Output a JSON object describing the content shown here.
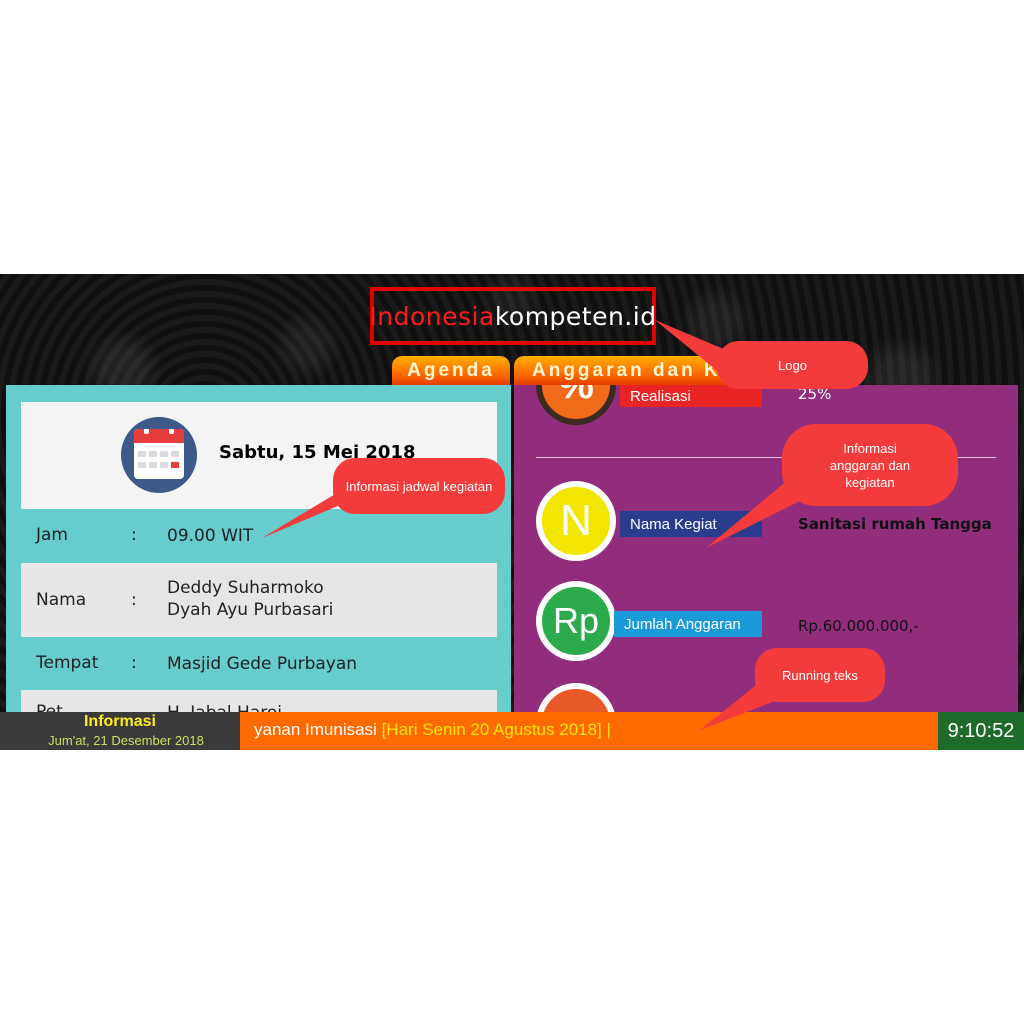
{
  "logo": {
    "red": "Indonesia",
    "white": "kompeten.id"
  },
  "tabs": [
    {
      "label": "Agenda"
    },
    {
      "label": "Anggaran dan K"
    }
  ],
  "agenda": {
    "date": "Sabtu, 15 Mei 2018",
    "rows": [
      {
        "label": "Jam",
        "colon": ":",
        "value": "09.00 WIT"
      },
      {
        "label": "Nama",
        "colon": ":",
        "value_line1": "Deddy Suharmoko",
        "value_line2": "Dyah Ayu Purbasari"
      },
      {
        "label": "Tempat",
        "colon": ":",
        "value": "Masjid Gede Purbayan"
      },
      {
        "label": "Pet",
        "value": "H. Jabal Haroi"
      }
    ]
  },
  "budget": {
    "realisasi": {
      "icon": "%",
      "label": "Realisasi",
      "value": "25%"
    },
    "nama_kegiatan": {
      "icon": "N",
      "label": "Nama Kegiat",
      "value": "Sanitasi rumah Tangga"
    },
    "jumlah_anggaran": {
      "icon": "Rp",
      "label": "Jumlah Anggaran",
      "value": "Rp.60.000.000,-"
    }
  },
  "footer": {
    "info_title": "Informasi",
    "info_date": "Jum'at, 21 Desember 2018",
    "ticker_main": "yanan Imunisasi ",
    "ticker_date": "[Hari Senin 20 Agustus 2018]",
    "ticker_sep": "   |",
    "clock": "9:10:52"
  },
  "callouts": {
    "logo": "Logo",
    "jadwal": "Informasi jadwal kegiatan",
    "anggaran": "Informasi anggaran dan kegiatan",
    "running": "Running teks"
  },
  "colors": {
    "accent_red": "#f33b3b",
    "left_panel": "#66cccc",
    "right_panel": "#922d7e",
    "ticker": "#ff6a00",
    "clock": "#1e6b2a"
  }
}
